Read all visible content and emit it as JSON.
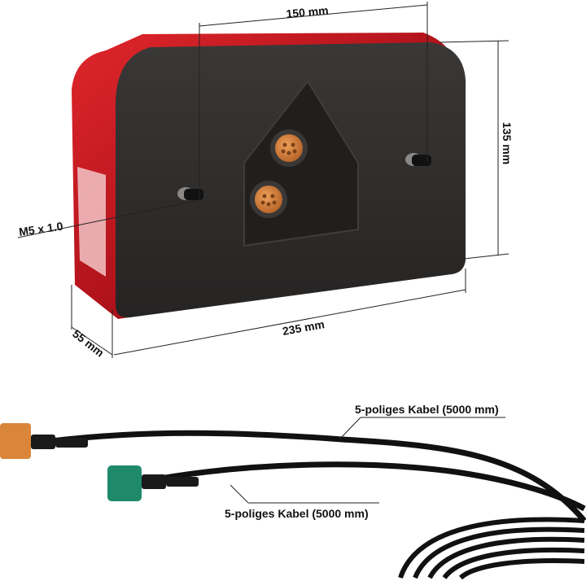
{
  "dimensions": {
    "width_top": "150 mm",
    "height": "135 mm",
    "width_bottom": "235 mm",
    "depth": "55 mm",
    "thread": "M5 x 1.0"
  },
  "cables": [
    {
      "label": "5-poliges Kabel (5000 mm)",
      "connector_color": "#d9853a"
    },
    {
      "label": "5-poliges Kabel (5000 mm)",
      "connector_color": "#1f8a6a"
    }
  ],
  "colors": {
    "lamp_red": "#b5121b",
    "housing": "#2e2c2b",
    "connector_orange": "#d9853a",
    "connector_green": "#1f8a6a"
  }
}
